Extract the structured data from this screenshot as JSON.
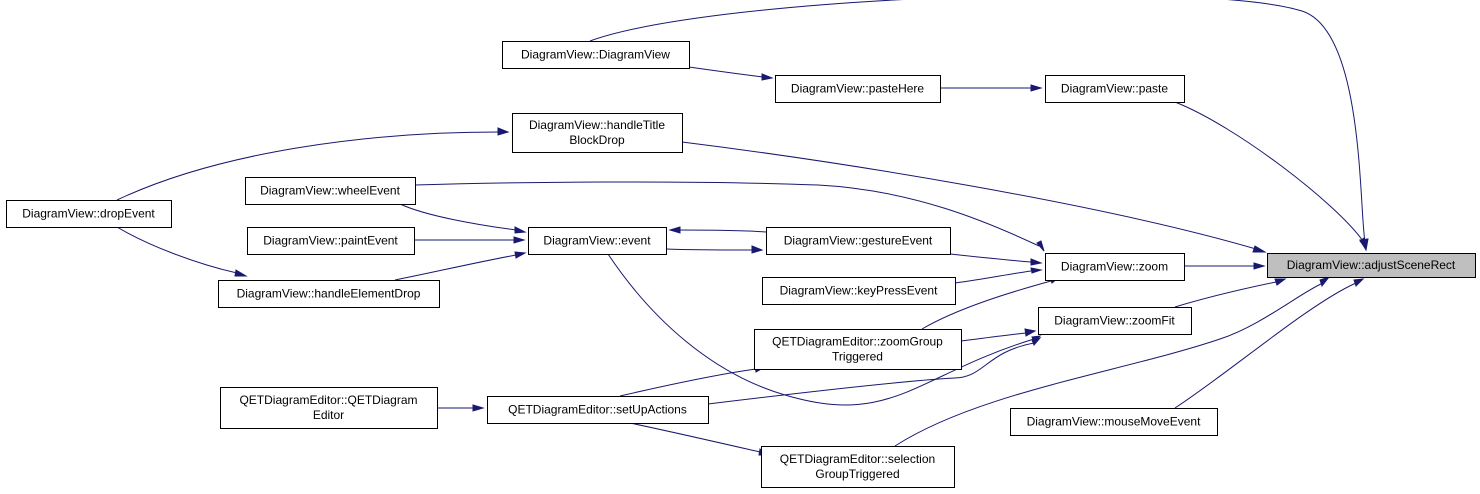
{
  "diagram": {
    "nodes": {
      "adjust": {
        "lines": [
          "DiagramView::adjustSceneRect"
        ],
        "focus": true
      },
      "ctor": {
        "lines": [
          "DiagramView::DiagramView"
        ]
      },
      "pasteHere": {
        "lines": [
          "DiagramView::pasteHere"
        ]
      },
      "paste": {
        "lines": [
          "DiagramView::paste"
        ]
      },
      "handleTitle": {
        "lines": [
          "DiagramView::handleTitle",
          "BlockDrop"
        ]
      },
      "dropEvent": {
        "lines": [
          "DiagramView::dropEvent"
        ]
      },
      "wheelEvent": {
        "lines": [
          "DiagramView::wheelEvent"
        ]
      },
      "paintEvent": {
        "lines": [
          "DiagramView::paintEvent"
        ]
      },
      "handleElement": {
        "lines": [
          "DiagramView::handleElementDrop"
        ]
      },
      "event": {
        "lines": [
          "DiagramView::event"
        ]
      },
      "gesture": {
        "lines": [
          "DiagramView::gestureEvent"
        ]
      },
      "keyPress": {
        "lines": [
          "DiagramView::keyPressEvent"
        ]
      },
      "zoom": {
        "lines": [
          "DiagramView::zoom"
        ]
      },
      "zoomFit": {
        "lines": [
          "DiagramView::zoomFit"
        ]
      },
      "zoomGroup": {
        "lines": [
          "QETDiagramEditor::zoomGroup",
          "Triggered"
        ]
      },
      "qetEditor": {
        "lines": [
          "QETDiagramEditor::QETDiagram",
          "Editor"
        ]
      },
      "setUp": {
        "lines": [
          "QETDiagramEditor::setUpActions"
        ]
      },
      "selGroup": {
        "lines": [
          "QETDiagramEditor::selection",
          "GroupTriggered"
        ]
      },
      "mouseMove": {
        "lines": [
          "DiagramView::mouseMoveEvent"
        ]
      }
    },
    "edges": [
      {
        "from": "ctor",
        "to": "adjust"
      },
      {
        "from": "ctor",
        "to": "pasteHere"
      },
      {
        "from": "pasteHere",
        "to": "paste"
      },
      {
        "from": "paste",
        "to": "adjust"
      },
      {
        "from": "handleTitle",
        "to": "adjust"
      },
      {
        "from": "dropEvent",
        "to": "handleTitle"
      },
      {
        "from": "dropEvent",
        "to": "handleElement"
      },
      {
        "from": "wheelEvent",
        "to": "event"
      },
      {
        "from": "wheelEvent",
        "to": "zoom"
      },
      {
        "from": "paintEvent",
        "to": "event"
      },
      {
        "from": "handleElement",
        "to": "event"
      },
      {
        "from": "event",
        "to": "gesture"
      },
      {
        "from": "gesture",
        "to": "event"
      },
      {
        "from": "gesture",
        "to": "zoom"
      },
      {
        "from": "event",
        "to": "zoomFit"
      },
      {
        "from": "keyPress",
        "to": "zoom"
      },
      {
        "from": "zoom",
        "to": "adjust"
      },
      {
        "from": "zoomGroup",
        "to": "zoom"
      },
      {
        "from": "zoomGroup",
        "to": "zoomFit"
      },
      {
        "from": "zoomFit",
        "to": "adjust"
      },
      {
        "from": "qetEditor",
        "to": "setUp"
      },
      {
        "from": "setUp",
        "to": "zoomGroup"
      },
      {
        "from": "setUp",
        "to": "selGroup"
      },
      {
        "from": "setUp",
        "to": "zoomFit"
      },
      {
        "from": "selGroup",
        "to": "adjust"
      },
      {
        "from": "mouseMove",
        "to": "adjust"
      }
    ]
  },
  "colors": {
    "edge": "#191970",
    "focus_fill": "#bfbfbf",
    "node_border": "#000000"
  }
}
